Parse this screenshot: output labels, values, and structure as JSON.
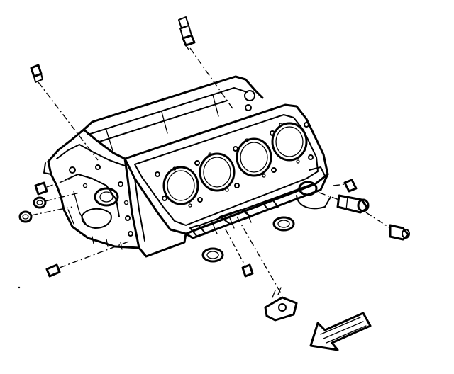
{
  "diagram": {
    "colors": {
      "ink": "#000000",
      "background": "#ffffff"
    },
    "cylinder_bore_count": 4,
    "parts": [
      {
        "name": "oil-pressure-sender"
      },
      {
        "name": "knock-sensor-top-left"
      },
      {
        "name": "expansion-plug-front-upper"
      },
      {
        "name": "expansion-plug-front-middle"
      },
      {
        "name": "expansion-plug-front-lower"
      },
      {
        "name": "front-dowel-pin"
      },
      {
        "name": "coolant-drain-plug-right"
      },
      {
        "name": "block-heater-or-sensor-right"
      },
      {
        "name": "oil-gallery-plug-bottom"
      },
      {
        "name": "knock-sensor-bottom"
      },
      {
        "name": "core-plug-bottom-left"
      },
      {
        "name": "core-plug-bottom-right"
      }
    ],
    "direction_icon": "front-arrow-icon"
  }
}
